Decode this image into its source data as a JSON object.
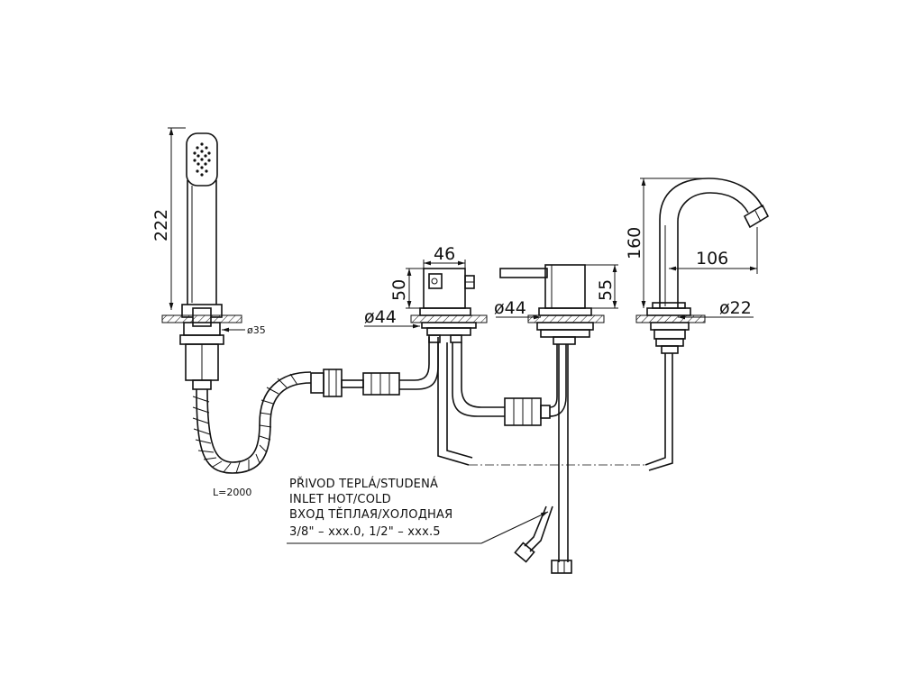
{
  "dimensions": {
    "handshower_height": "222",
    "handshower_hole": "ø35",
    "hose_length": "L=2000",
    "diverter_width": "46",
    "diverter_height": "50",
    "diverter_diameter": "ø44",
    "mixer_diameter": "ø44",
    "mixer_height": "55",
    "spout_height": "160",
    "spout_reach": "106",
    "spout_diameter": "ø22"
  },
  "note": {
    "line1": "PŘIVOD TEPLÁ/STUDENÁ",
    "line2": "INLET HOT/COLD",
    "line3": "ВХОД TĚПЛАЯ/ХОЛОДНАЯ",
    "line4": "3/8\" – xxx.0, 1/2\" – xxx.5"
  }
}
